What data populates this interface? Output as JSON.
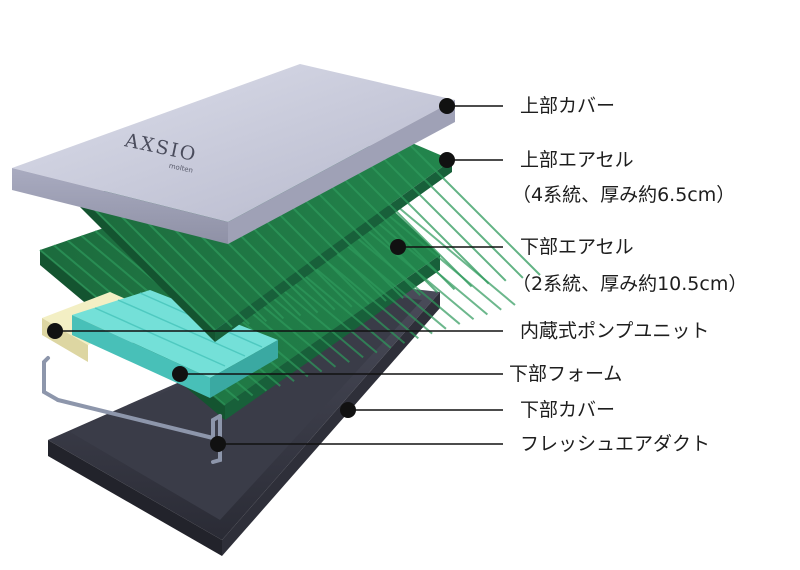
{
  "brand": {
    "logo_text": "AXSIO",
    "logo_sub": "molten"
  },
  "callouts": [
    {
      "label": "上部カバー"
    },
    {
      "label": "上部エアセル",
      "detail": "（4系統、厚み約6.5cm）"
    },
    {
      "label": "下部エアセル",
      "detail": "（2系統、厚み約10.5cm）"
    },
    {
      "label": "内蔵式ポンプユニット"
    },
    {
      "label": "下部フォーム"
    },
    {
      "label": "下部カバー"
    },
    {
      "label": "フレッシュエアダクト"
    }
  ],
  "colors": {
    "top_cover": "#c7c9dc",
    "air_cell": "#1f7a45",
    "foam": "#5ed4cc",
    "pump": "#f1ecbb",
    "bottom_cover": "#3a3c48",
    "duct": "#8a93a8",
    "dot": "#111111"
  }
}
